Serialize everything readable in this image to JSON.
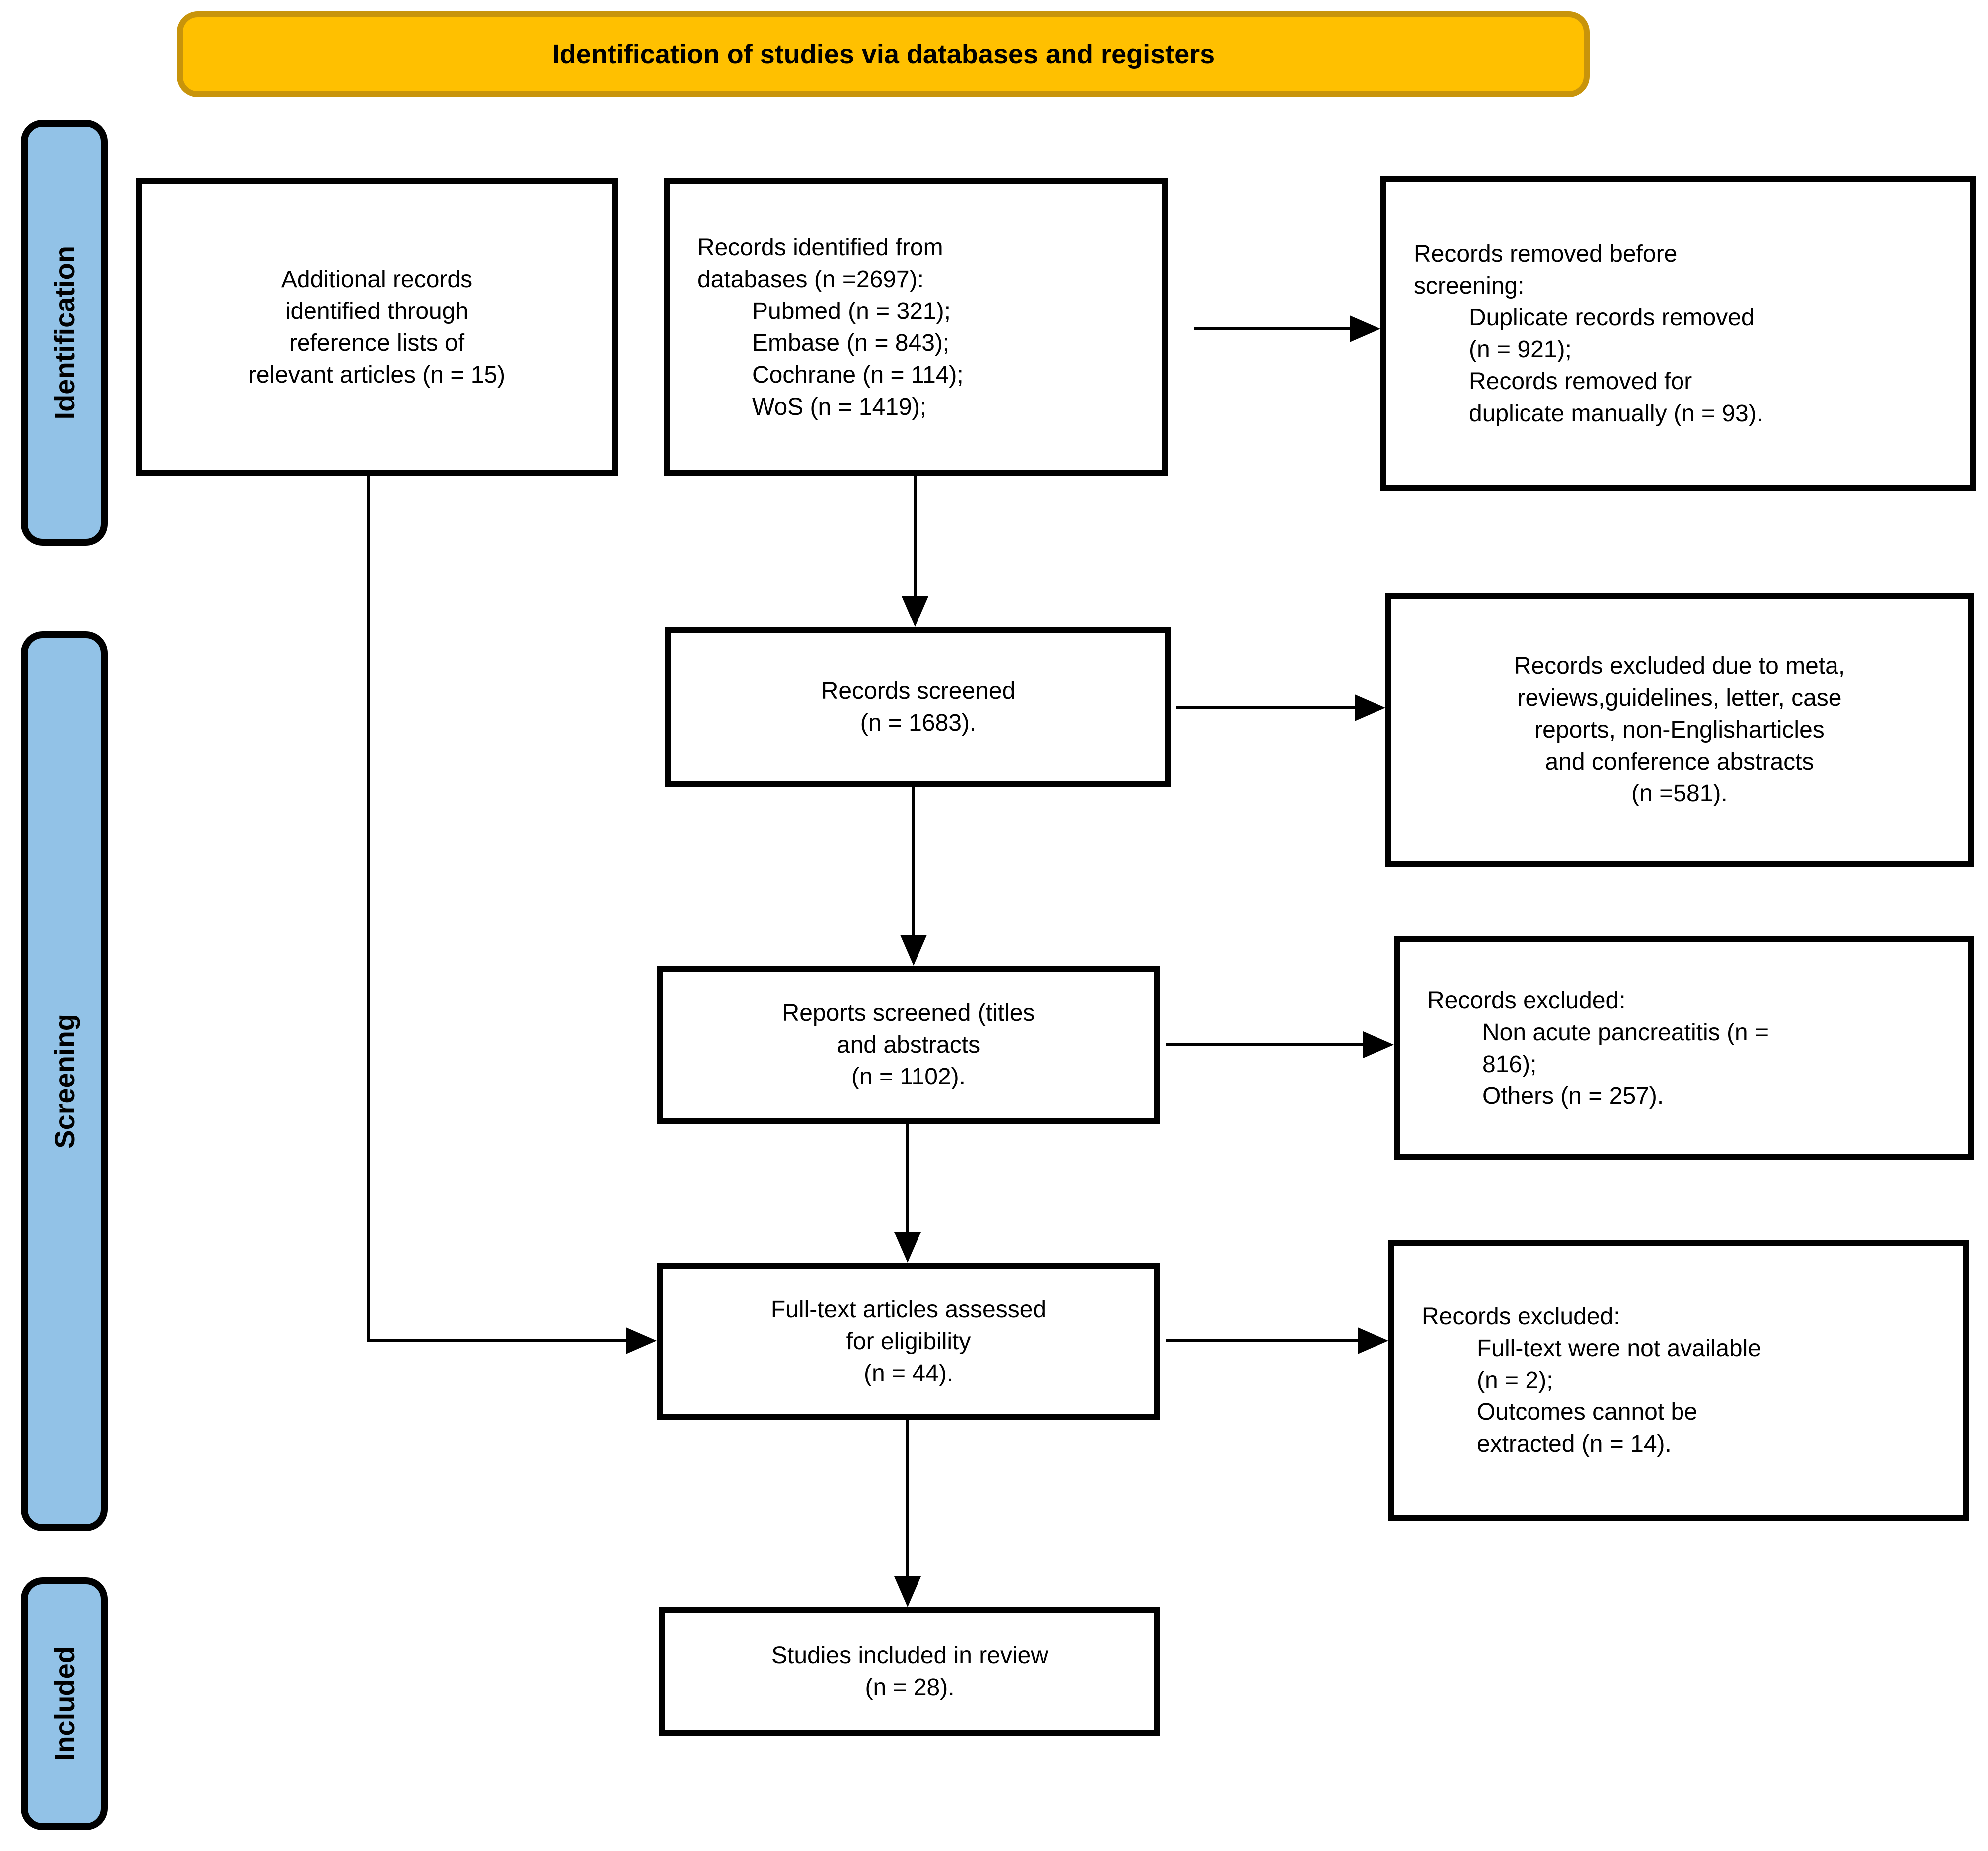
{
  "title": "Identification of studies via databases and registers",
  "colors": {
    "banner_fill": "#FFC000",
    "banner_border": "#C8940B",
    "stage_fill": "#92C2E7",
    "box_border": "#000000",
    "line": "#000000"
  },
  "stages": {
    "identification": "Identification",
    "screening": "Screening",
    "included": "Included"
  },
  "boxes": {
    "additional_records": {
      "lines": [
        "Additional records",
        "identified through",
        "reference lists of",
        "relevant articles (n = 15)"
      ]
    },
    "db_identified": {
      "lines": [
        "Records identified from",
        "databases (n =2697):",
        "Pubmed (n = 321);",
        "Embase (n = 843);",
        "Cochrane (n = 114);",
        "WoS (n = 1419);"
      ]
    },
    "removed_before_screening": {
      "lines": [
        "Records removed before",
        "screening:",
        "Duplicate records removed",
        "(n = 921);",
        "Records removed for",
        "duplicate manually (n = 93)."
      ]
    },
    "records_screened": {
      "lines": [
        "Records screened",
        "(n = 1683)."
      ]
    },
    "excluded_meta": {
      "lines": [
        "Records excluded due to meta,",
        "reviews,guidelines, letter, case",
        "reports, non-Englisharticles",
        "and conference abstracts",
        "(n =581)."
      ]
    },
    "reports_screened": {
      "lines": [
        "Reports screened (titles",
        "and abstracts",
        "(n = 1102)."
      ]
    },
    "excluded_pancreatitis": {
      "lines": [
        "Records excluded:",
        "Non acute pancreatitis (n =",
        "816);",
        "Others (n = 257)."
      ]
    },
    "fulltext_assessed": {
      "lines": [
        "Full-text articles assessed",
        "for eligibility",
        "(n = 44)."
      ]
    },
    "excluded_fulltext": {
      "lines": [
        "Records excluded:",
        "Full-text were not available",
        "(n = 2);",
        "Outcomes cannot be",
        "extracted (n = 14)."
      ]
    },
    "included_review": {
      "lines": [
        "Studies included in review",
        "(n = 28)."
      ]
    }
  }
}
